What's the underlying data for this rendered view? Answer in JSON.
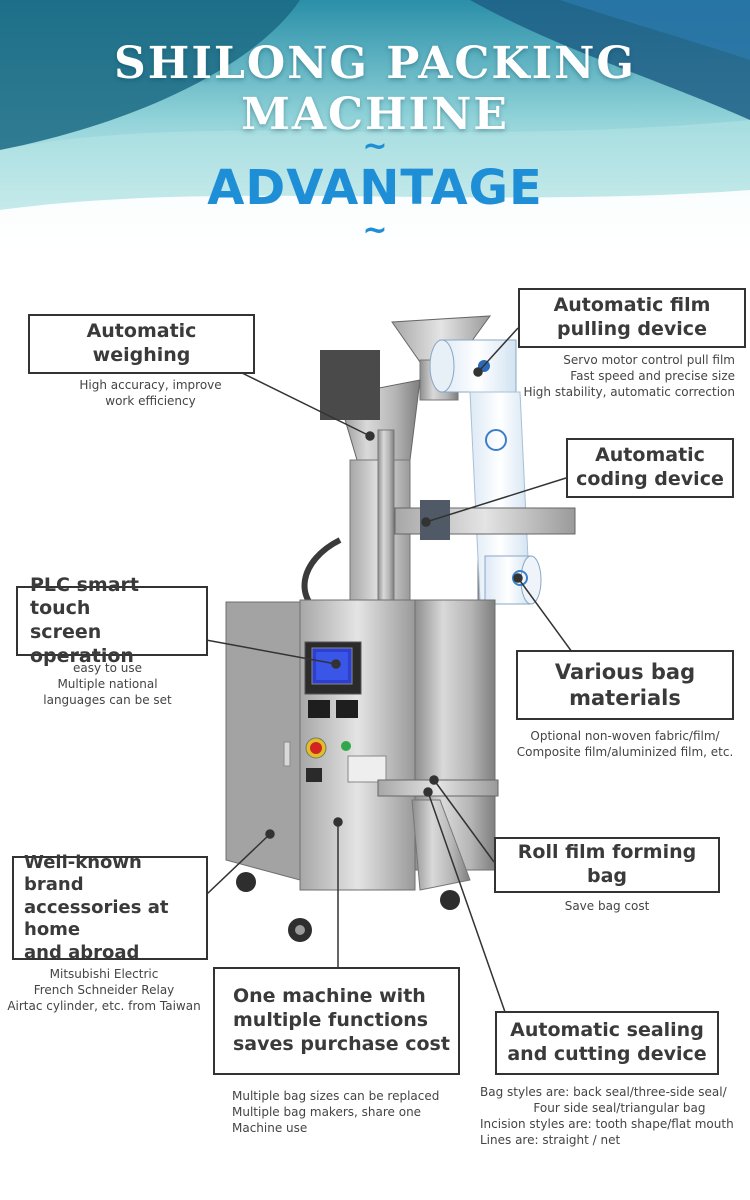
{
  "header": {
    "title": "SHILONG PACKING MACHINE",
    "tilde_top": "~",
    "section": "ADVANTAGE",
    "tilde_bottom": "~"
  },
  "features": {
    "weighing": {
      "title": "Automatic weighing",
      "desc": "High accuracy, improve\nwork efficiency"
    },
    "film_pulling": {
      "title": "Automatic film\npulling device",
      "desc": "Servo motor control pull film\nFast speed and precise size\nHigh stability, automatic correction"
    },
    "coding": {
      "title": "Automatic\ncoding device"
    },
    "plc": {
      "title": "PLC smart touch\nscreen operation",
      "desc": "easy to use\nMultiple national\nlanguages can be set"
    },
    "bag_materials": {
      "title": "Various bag\nmaterials",
      "desc": "Optional non-woven fabric/film/\nComposite film/aluminized film, etc."
    },
    "roll_film": {
      "title": "Roll film forming bag",
      "desc": "Save bag cost"
    },
    "brand": {
      "title": "Well-known brand\naccessories at home\nand abroad",
      "desc": "Mitsubishi Electric\nFrench Schneider Relay\nAirtac cylinder, etc. from Taiwan"
    },
    "multi_function": {
      "title": "One machine with\nmultiple functions\nsaves purchase cost",
      "desc": "Multiple bag sizes can be replaced\nMultiple bag makers, share one\nMachine use"
    },
    "sealing": {
      "title": "Automatic sealing\nand cutting device",
      "desc": "Bag styles are: back seal/three-side seal/\n              Four side seal/triangular bag\nIncision styles are: tooth shape/flat mouth\nLines are: straight / net"
    }
  }
}
